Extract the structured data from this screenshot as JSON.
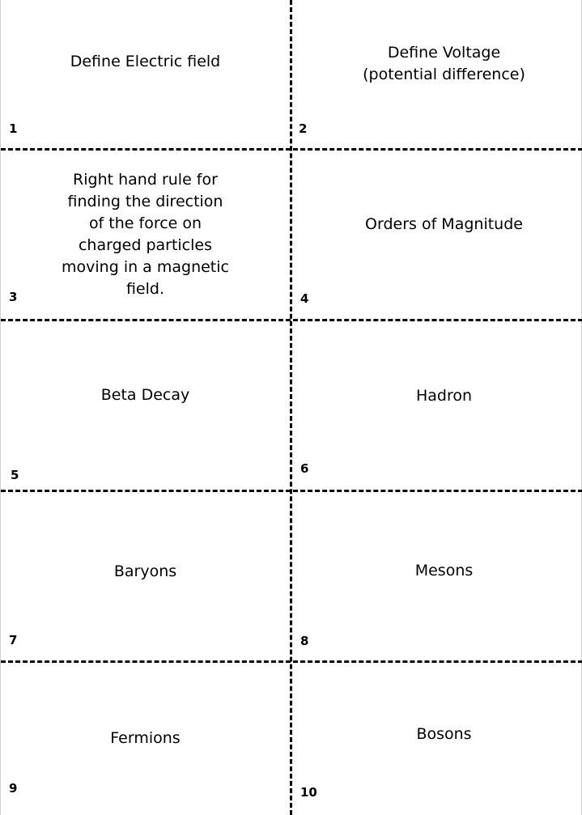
{
  "cards": [
    {
      "number": "1",
      "term": "Define Electric field"
    },
    {
      "number": "2",
      "term": "Define Voltage\n(potential difference)"
    },
    {
      "number": "3",
      "term": "Right hand rule for\nfinding the direction\nof the force on\ncharged particles\nmoving in a magnetic\nfield."
    },
    {
      "number": "4",
      "term": "Orders of Magnitude"
    },
    {
      "number": "5",
      "term": "Beta Decay"
    },
    {
      "number": "6",
      "term": "Hadron"
    },
    {
      "number": "7",
      "term": "Baryons"
    },
    {
      "number": "8",
      "term": "Mesons"
    },
    {
      "number": "9",
      "term": "Fermions"
    },
    {
      "number": "10",
      "term": "Bosons"
    }
  ]
}
